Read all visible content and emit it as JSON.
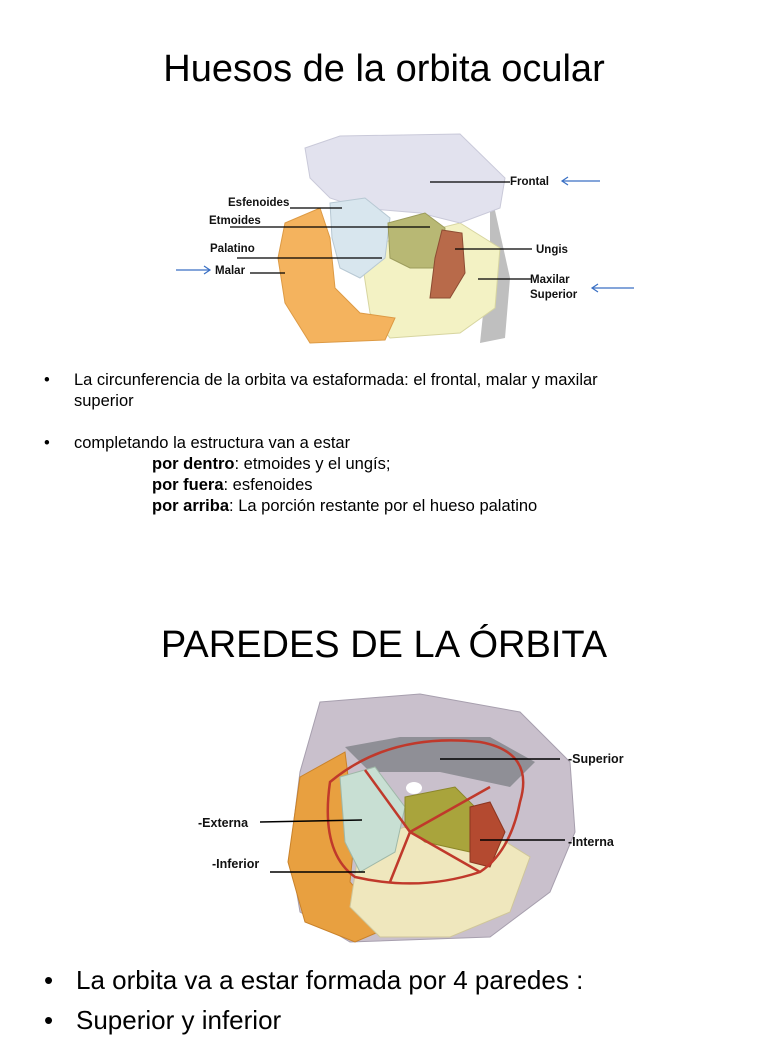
{
  "slide1": {
    "title": "Huesos de la orbita ocular",
    "labels": {
      "frontal": "Frontal",
      "esfenoides": "Esfenoides",
      "etmoides": "Etmoides",
      "palatino": "Palatino",
      "malar": "Malar",
      "ungis": "Ungis",
      "maxilar_1": "Maxilar",
      "maxilar_2": "Superior"
    },
    "bullet1_line1": "La circunferencia de la orbita va estaformada: el frontal, malar y maxilar",
    "bullet1_line2": "superior",
    "bullet2_intro": " completando la estructura van a estar",
    "sub_items": [
      {
        "bold": "por dentro",
        "rest": ": etmoides y el ungís;"
      },
      {
        "bold": "por fuera",
        "rest": ": esfenoides"
      },
      {
        "bold": "por arriba",
        "rest": ": La porción restante por el hueso palatino"
      }
    ],
    "bullet_symbol": "•"
  },
  "slide2": {
    "title": "PAREDES DE LA ÓRBITA",
    "labels": {
      "superior": "-Superior",
      "externa": "-Externa",
      "interna": "-Interna",
      "inferior": "-Inferior"
    },
    "bullet1": "La orbita va a estar formada por 4 paredes :",
    "bullet2": "Superior y inferior"
  },
  "colors": {
    "arrow": "#3a6fc4",
    "frontal": "#e2e2ee",
    "malar": "#f4b35e",
    "maxilar": "#f3f2c4",
    "etmoides": "#b8b874",
    "ungis": "#b86a4a",
    "esfenoides": "#d8e6ee",
    "wall_lines": "#c0392b"
  }
}
